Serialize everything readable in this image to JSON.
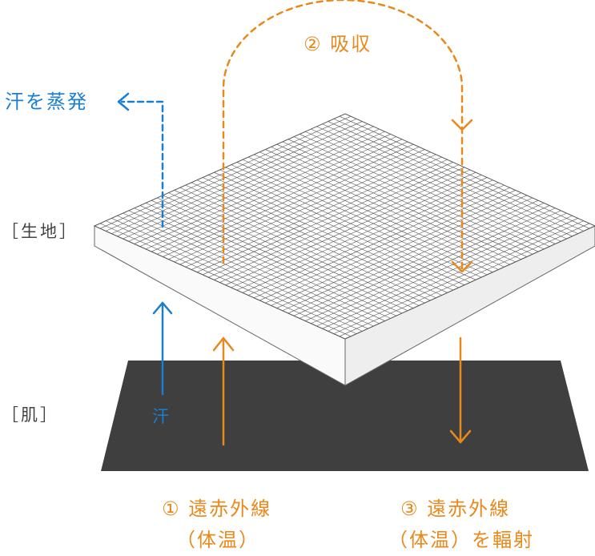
{
  "labels": {
    "absorption": "② 吸収",
    "evaporate": "汗を蒸発",
    "fabric": "［生地］",
    "skin": "［肌］",
    "sweat": "汗",
    "infrared_1_line1": "① 遠赤外線",
    "infrared_1_line2": "（体温）",
    "infrared_3_line1": "③ 遠赤外線",
    "infrared_3_line2": "（体温）を輻射"
  },
  "colors": {
    "orange": "#e8891c",
    "blue": "#1b7fd1",
    "skin": "#3f3f3f",
    "fabric_top": "#ffffff",
    "grid": "#555555",
    "label_gray": "#444444"
  },
  "icons": [
    "arrow-up-icon",
    "arrow-down-icon",
    "arrow-left-icon"
  ]
}
